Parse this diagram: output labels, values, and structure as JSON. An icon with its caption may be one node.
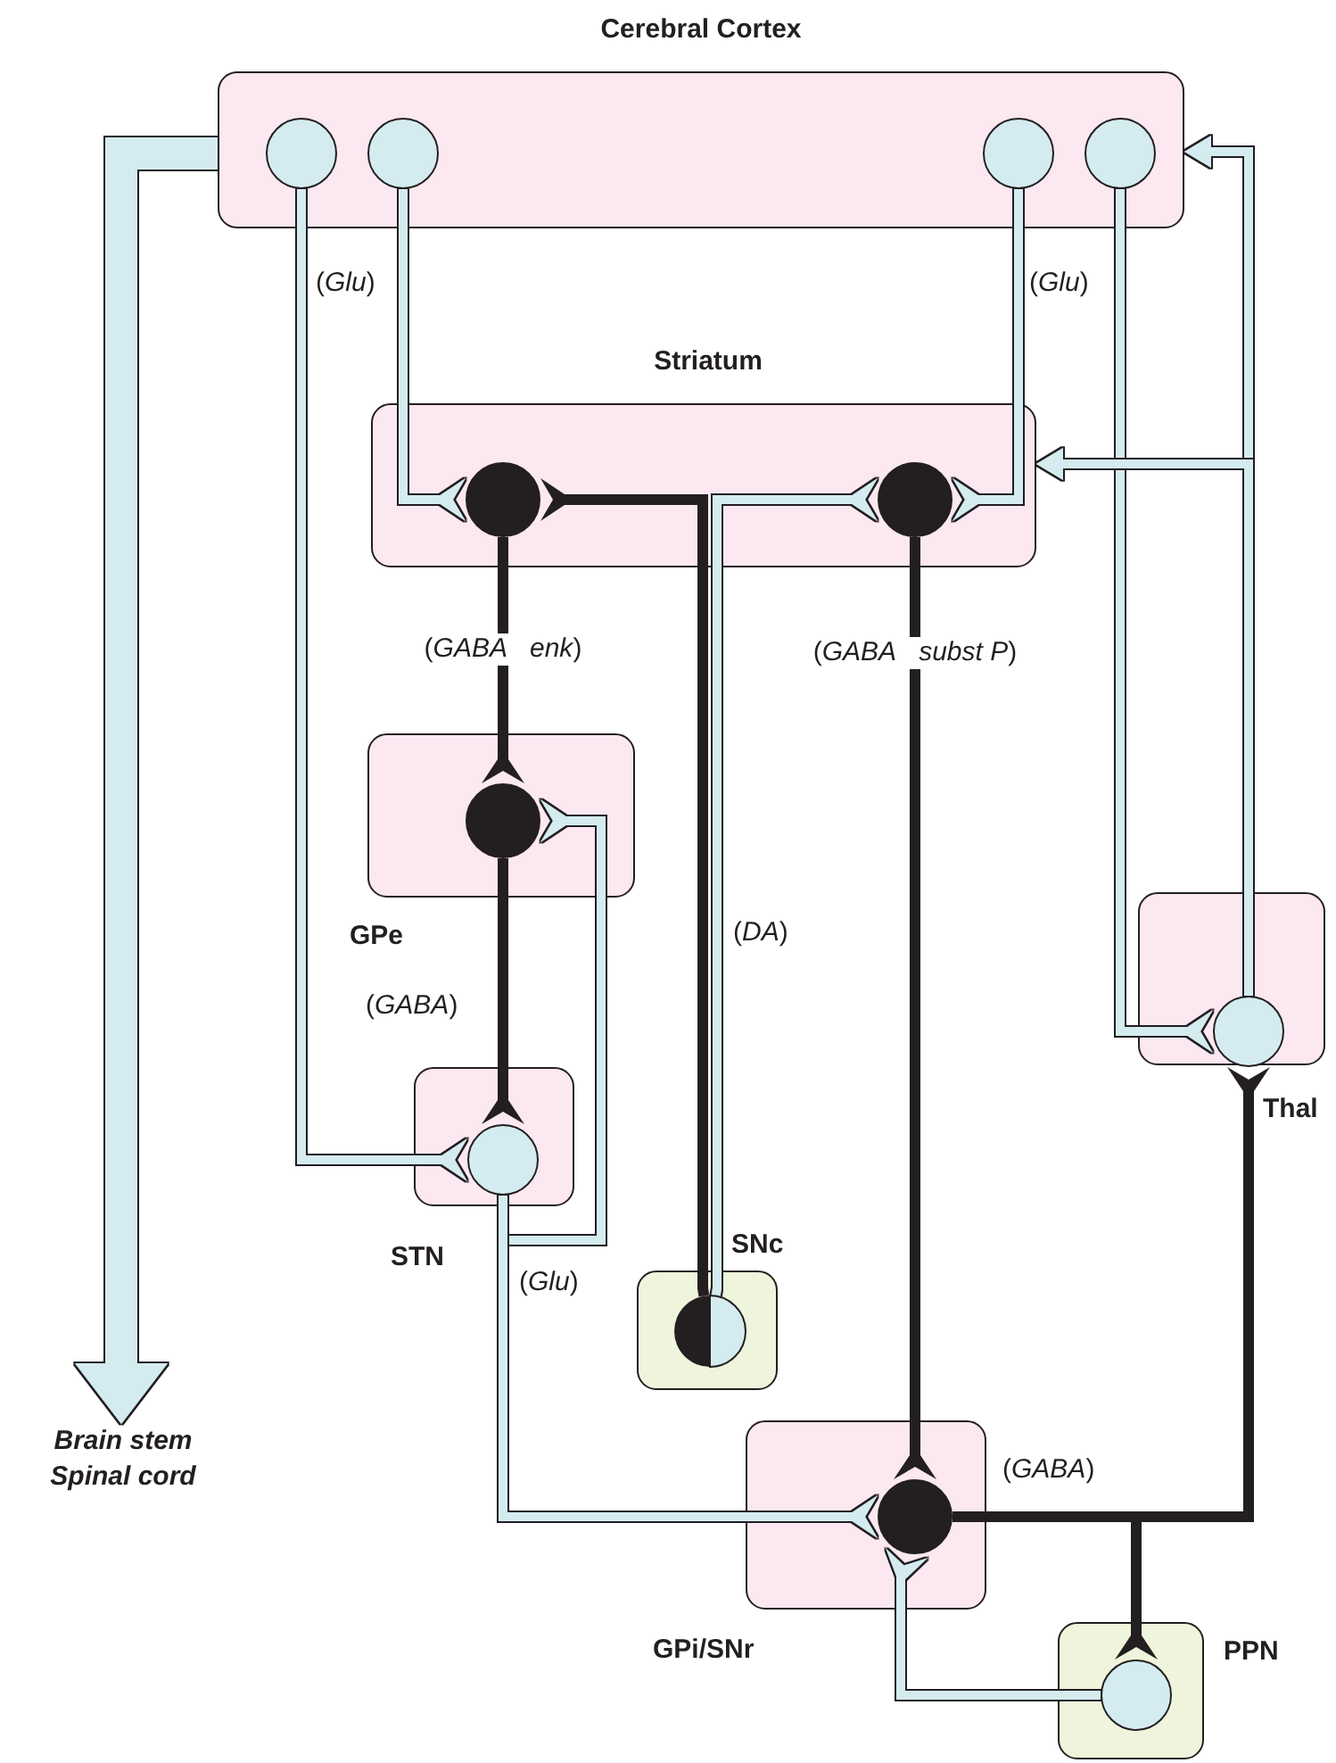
{
  "diagram": {
    "nodes": [
      {
        "text": [
          "Cerebral Cortex"
        ]
      },
      {
        "text": [],
        "shape": "circle",
        "in": 0
      },
      {
        "text": [],
        "shape": "circle",
        "in": 0
      },
      {
        "text": [],
        "shape": "circle",
        "in": 0
      },
      {
        "text": [],
        "shape": "circle",
        "in": 0
      },
      {
        "text": [
          "Striatum"
        ]
      },
      {
        "text": [],
        "shape": "circle",
        "in": 5
      },
      {
        "text": [],
        "shape": "circle",
        "in": 5
      },
      {
        "text": [
          "GPe"
        ]
      },
      {
        "text": [],
        "shape": "circle",
        "in": 8
      },
      {
        "text": [
          "STN"
        ]
      },
      {
        "text": [],
        "shape": "circle",
        "in": 10
      },
      {
        "text": [
          "SNc"
        ]
      },
      {
        "text": [],
        "shape": "circle",
        "in": 12
      },
      {
        "text": [
          "Thal"
        ]
      },
      {
        "text": [],
        "shape": "circle",
        "in": 14
      },
      {
        "text": [
          "GPi/SNr"
        ]
      },
      {
        "text": [],
        "shape": "circle",
        "in": 16
      },
      {
        "text": [
          "PPN"
        ]
      },
      {
        "text": [],
        "shape": "circle",
        "in": 18
      },
      {
        "text": [
          "Brain stem Spinal cord"
        ]
      }
    ],
    "edges": [
      {
        "from": 1,
        "to": 11,
        "arrow": "other",
        "label": "(*Glu*)"
      },
      {
        "from": 2,
        "to": 6,
        "arrow": "other"
      },
      {
        "from": 3,
        "to": 7,
        "arrow": "other",
        "label": "(*Glu*)"
      },
      {
        "from": 4,
        "to": 15,
        "arrow": "other"
      },
      {
        "from": 15,
        "to": 0,
        "arrow": "to"
      },
      {
        "from": 15,
        "to": 5,
        "arrow": "to"
      },
      {
        "from": 13,
        "to": 6,
        "arrow": "other",
        "label": "(*DA*)",
        "color": "#231f20"
      },
      {
        "from": 13,
        "to": 7,
        "arrow": "other"
      },
      {
        "from": 6,
        "to": 9,
        "arrow": "other",
        "label": "(*GABA*  *enk*)",
        "color": "#231f20"
      },
      {
        "from": 7,
        "to": 17,
        "arrow": "other",
        "label": "(*GABA*  *subst P*)",
        "color": "#231f20"
      },
      {
        "from": 9,
        "to": 11,
        "arrow": "other",
        "label": "(*GABA*)",
        "color": "#231f20"
      },
      {
        "from": 11,
        "to": 9,
        "arrow": "other"
      },
      {
        "from": 11,
        "to": 17,
        "arrow": "other",
        "label": "(*Glu*)"
      },
      {
        "from": 17,
        "to": 15,
        "arrow": "other",
        "label": "(*GABA*)",
        "color": "#231f20"
      },
      {
        "from": 17,
        "to": 19,
        "arrow": "other",
        "color": "#231f20"
      },
      {
        "from": 19,
        "to": 17,
        "arrow": "other"
      },
      {
        "from": 0,
        "to": 20,
        "arrow": "to",
        "style": "thick"
      }
    ]
  }
}
